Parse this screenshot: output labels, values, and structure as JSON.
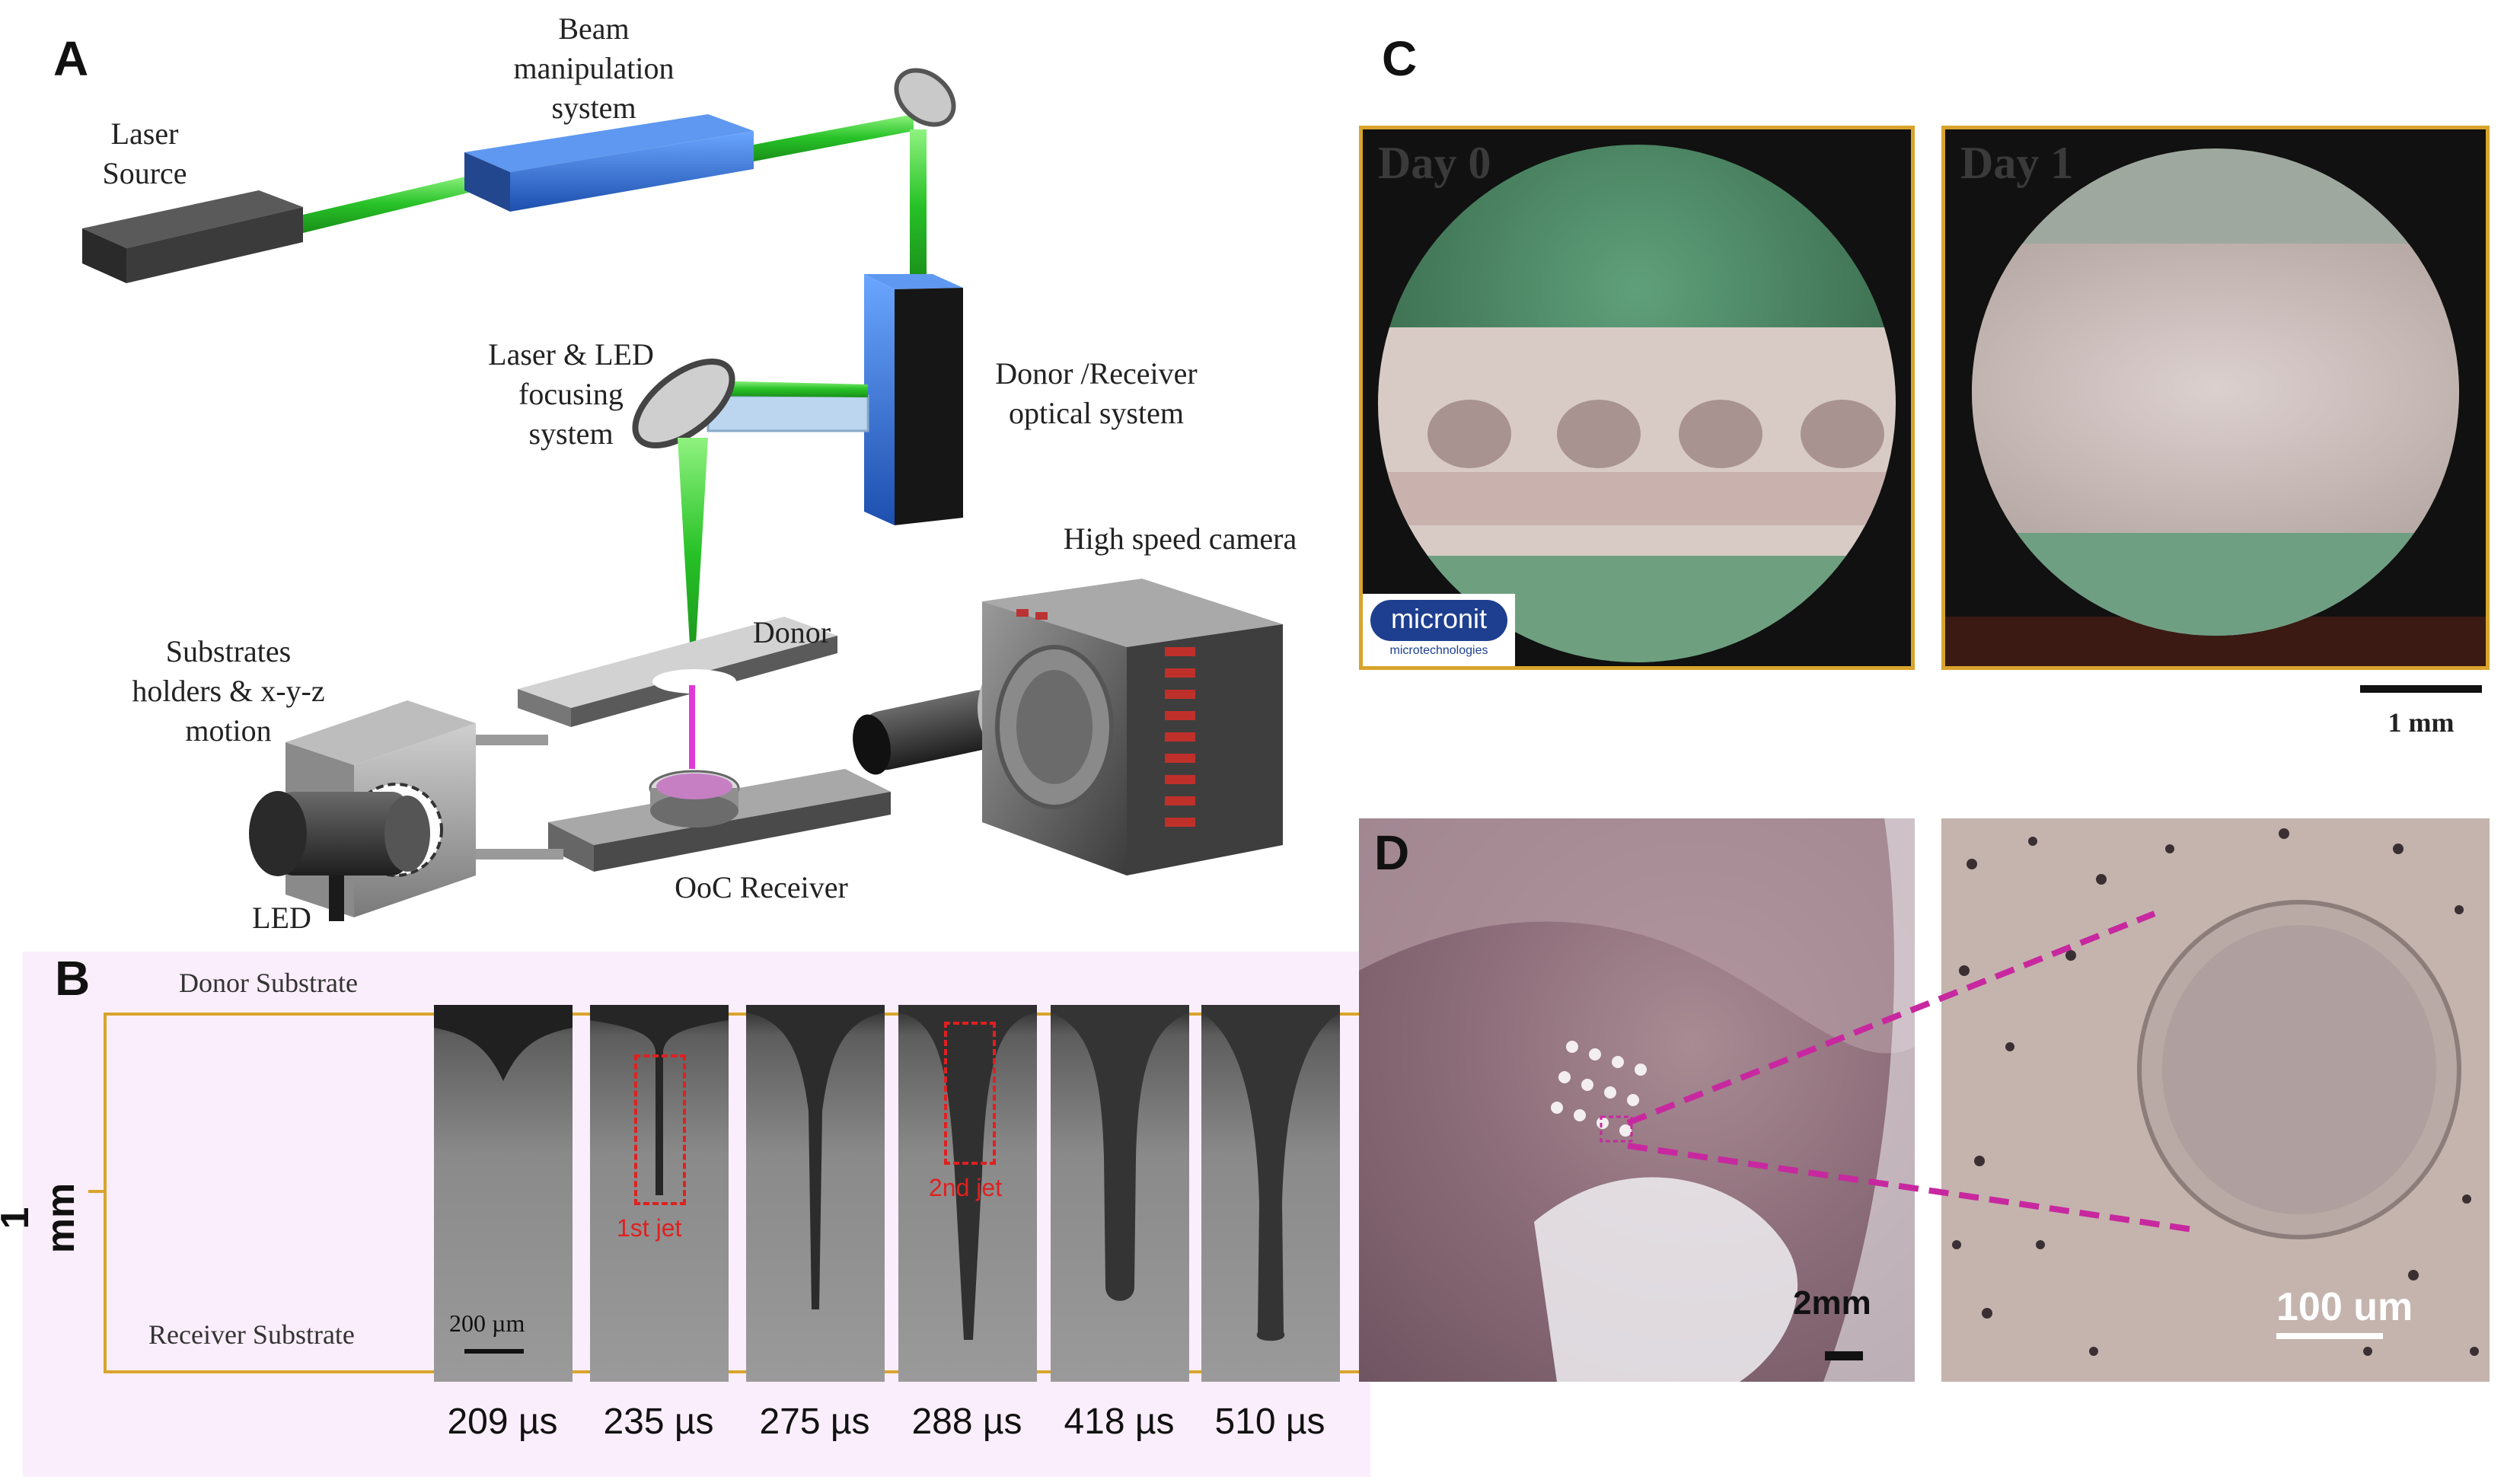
{
  "panels": {
    "A": {
      "letter": "A",
      "labels": {
        "laser_source": "Laser\nSource",
        "beam_manipulation": "Beam\nmanipulation\nsystem",
        "focusing": "Laser & LED\nfocusing\nsystem",
        "donor_receiver_optical": "Donor /Receiver\noptical system",
        "high_speed_camera": "High speed camera",
        "donor": "Donor",
        "substrates_holders": "Substrates\nholders & x-y-z\nmotion",
        "led": "LED",
        "ooc_receiver": "OoC Receiver"
      },
      "colors": {
        "beam": "#39d13a",
        "beam_manip": "#2f6fd6",
        "optics": "#1f5fc4",
        "pink_beam": "#e03ad6"
      }
    },
    "B": {
      "letter": "B",
      "donor_substrate": "Donor Substrate",
      "receiver_substrate": "Receiver Substrate",
      "scale_label": "1 mm",
      "scalebar_label": "200 µm",
      "jet1": "1st jet",
      "jet2": "2nd jet",
      "times": [
        "209 µs",
        "235 µs",
        "275 µs",
        "288 µs",
        "418 µs",
        "510 µs"
      ]
    },
    "C": {
      "letter": "C",
      "day0": "Day 0",
      "day1": "Day 1",
      "logo_text": "micronit",
      "logo_sub": "microtechnologies",
      "scalebar_label": "1 mm"
    },
    "D": {
      "letter": "D",
      "scale_left": "2mm",
      "scale_right": "100 um"
    }
  }
}
